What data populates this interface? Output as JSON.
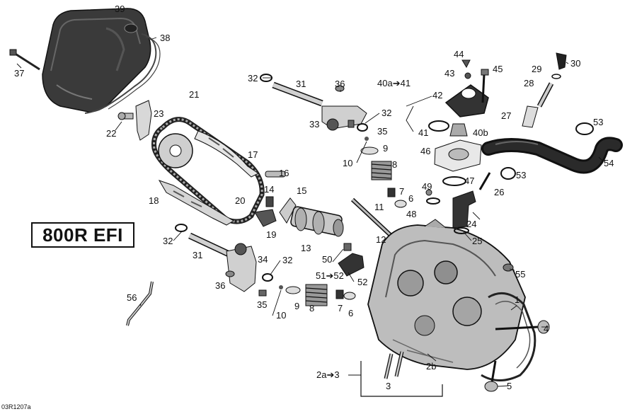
{
  "diagram": {
    "model_label": "800R EFI",
    "reference_code": "03R1207a",
    "callouts": [
      {
        "id": "c39",
        "text": "39"
      },
      {
        "id": "c38",
        "text": "38"
      },
      {
        "id": "c37",
        "text": "37"
      },
      {
        "id": "c22",
        "text": "22"
      },
      {
        "id": "c23",
        "text": "23"
      },
      {
        "id": "c21",
        "text": "21"
      },
      {
        "id": "c32a",
        "text": "32"
      },
      {
        "id": "c31a",
        "text": "31"
      },
      {
        "id": "c36a",
        "text": "36"
      },
      {
        "id": "c32b",
        "text": "32"
      },
      {
        "id": "c33",
        "text": "33"
      },
      {
        "id": "c35a",
        "text": "35"
      },
      {
        "id": "c9a",
        "text": "9"
      },
      {
        "id": "c10a",
        "text": "10"
      },
      {
        "id": "c8a",
        "text": "8"
      },
      {
        "id": "c7a",
        "text": "7"
      },
      {
        "id": "c6a",
        "text": "6"
      },
      {
        "id": "c40a",
        "text": "40a➔41"
      },
      {
        "id": "c41",
        "text": "41"
      },
      {
        "id": "c42",
        "text": "42"
      },
      {
        "id": "c43",
        "text": "43"
      },
      {
        "id": "c44",
        "text": "44"
      },
      {
        "id": "c45",
        "text": "45"
      },
      {
        "id": "c40b",
        "text": "40b"
      },
      {
        "id": "c46",
        "text": "46"
      },
      {
        "id": "c47",
        "text": "47"
      },
      {
        "id": "c49",
        "text": "49"
      },
      {
        "id": "c48",
        "text": "48"
      },
      {
        "id": "c26",
        "text": "26"
      },
      {
        "id": "c24",
        "text": "24"
      },
      {
        "id": "c25",
        "text": "25"
      },
      {
        "id": "c29",
        "text": "29"
      },
      {
        "id": "c30",
        "text": "30"
      },
      {
        "id": "c28",
        "text": "28"
      },
      {
        "id": "c27",
        "text": "27"
      },
      {
        "id": "c53a",
        "text": "53"
      },
      {
        "id": "c54",
        "text": "54"
      },
      {
        "id": "c53b",
        "text": "53"
      },
      {
        "id": "c17",
        "text": "17"
      },
      {
        "id": "c16",
        "text": "16"
      },
      {
        "id": "c14",
        "text": "14"
      },
      {
        "id": "c15",
        "text": "15"
      },
      {
        "id": "c18",
        "text": "18"
      },
      {
        "id": "c20",
        "text": "20"
      },
      {
        "id": "c19",
        "text": "19"
      },
      {
        "id": "c13",
        "text": "13"
      },
      {
        "id": "c11",
        "text": "11"
      },
      {
        "id": "c12",
        "text": "12"
      },
      {
        "id": "c50",
        "text": "50"
      },
      {
        "id": "c51",
        "text": "51➔52"
      },
      {
        "id": "c52",
        "text": "52"
      },
      {
        "id": "c55",
        "text": "55"
      },
      {
        "id": "c32c",
        "text": "32"
      },
      {
        "id": "c31b",
        "text": "31"
      },
      {
        "id": "c34",
        "text": "34"
      },
      {
        "id": "c32d",
        "text": "32"
      },
      {
        "id": "c36b",
        "text": "36"
      },
      {
        "id": "c35b",
        "text": "35"
      },
      {
        "id": "c10b",
        "text": "10"
      },
      {
        "id": "c9b",
        "text": "9"
      },
      {
        "id": "c8b",
        "text": "8"
      },
      {
        "id": "c7b",
        "text": "7"
      },
      {
        "id": "c6b",
        "text": "6"
      },
      {
        "id": "c56",
        "text": "56"
      },
      {
        "id": "c1",
        "text": "1"
      },
      {
        "id": "c4",
        "text": "4"
      },
      {
        "id": "c2a",
        "text": "2a➔3"
      },
      {
        "id": "c2b",
        "text": "2b"
      },
      {
        "id": "c3",
        "text": "3"
      },
      {
        "id": "c5",
        "text": "5"
      }
    ]
  }
}
